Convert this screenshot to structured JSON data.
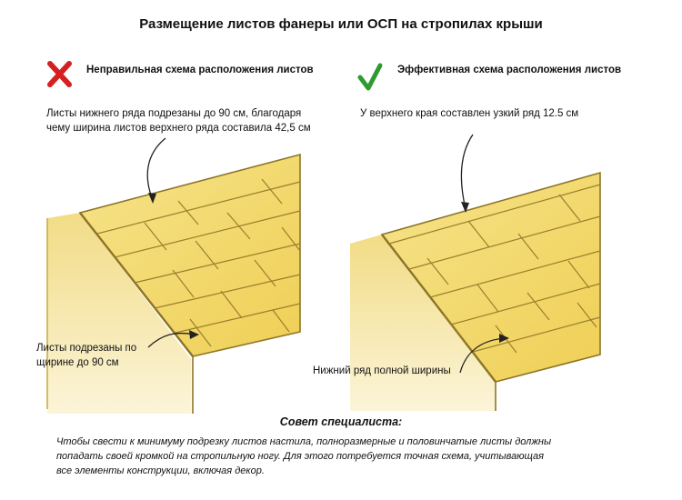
{
  "title": "Размещение листов фанеры или ОСП на стропилах крыши",
  "left": {
    "icon": "cross-icon",
    "heading": "Неправильная схема расположения листов",
    "note_top": [
      "Листы нижнего ряда подрезаны до 90 см, благодаря",
      "чему ширина листов верхнего ряда составила 42,5 см"
    ],
    "note_bottom": [
      "Листы подрезаны по",
      "щирине до 90 см"
    ]
  },
  "right": {
    "icon": "checkmark-icon",
    "heading": "Эффективная схема расположения листов",
    "note_top": [
      "У верхнего края составлен узкий ряд 12.5 см"
    ],
    "note_bottom": [
      "Нижний ряд полной ширины"
    ]
  },
  "tip": {
    "title": "Совет специалиста:",
    "lines": [
      "Чтобы свести к минимуму подрезку листов настила, полноразмерные и половинчатые листы должны",
      "попадать своей кромкой на стропильную ногу. Для этого потребуется точная схема, учитывающая",
      "все элементы конструкции, включая декор."
    ]
  },
  "colors": {
    "cross": "#d42020",
    "check": "#2f9a2f",
    "sheet": "#f2da6e",
    "sheet_edge": "#c9a83a"
  }
}
